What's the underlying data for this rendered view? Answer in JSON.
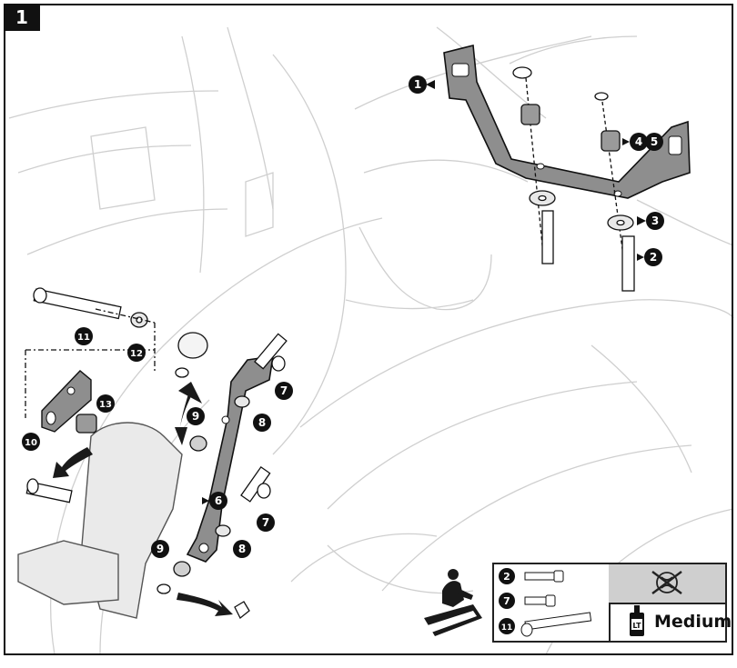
{
  "step": "1",
  "callouts": {
    "c1": "1",
    "c2": "2",
    "c3": "3",
    "c4": "4",
    "c5": "5",
    "c6": "6",
    "c7a": "7",
    "c7b": "7",
    "c8a": "8",
    "c8b": "8",
    "c9a": "9",
    "c9b": "9",
    "c10": "10",
    "c11": "11",
    "c12": "12",
    "c13": "13"
  },
  "legend": {
    "items": [
      "2",
      "7",
      "11"
    ],
    "threadlocker_label": "LT",
    "threadlocker_strength": "Medium"
  },
  "icons": {
    "no_grease": "no-grease-icon",
    "threadlocker": "threadlocker-bottle-icon",
    "rider": "rider-on-motorcycle-icon"
  },
  "colors": {
    "part_fill": "#8e8e8e",
    "line": "#111111",
    "background_lines": "#c9c9c9"
  }
}
